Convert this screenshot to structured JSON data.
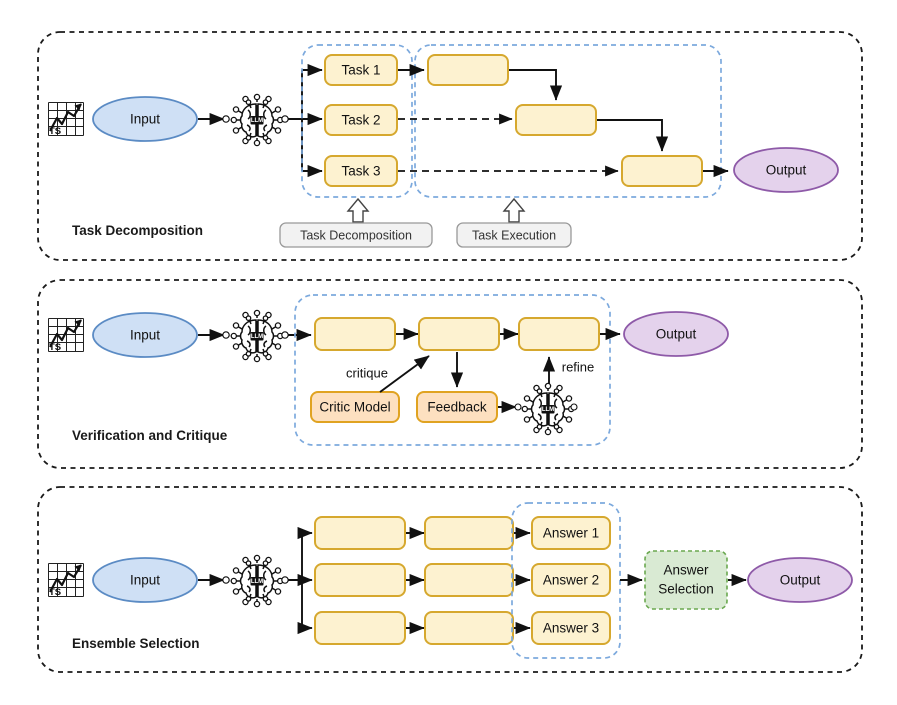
{
  "figure": {
    "background": "#ffffff",
    "panel_border_color": "#1a1a1a",
    "group_border_color": "#7ca9dd",
    "box_fill": "#fdf2d0",
    "box_stroke": "#d6a82e",
    "box_orange_fill": "#fde0c0",
    "box_orange_stroke": "#e0a321",
    "input_fill": "#cfe0f5",
    "input_stroke": "#5b8bc4",
    "output_fill": "#e4d2ec",
    "output_stroke": "#8e5aa8",
    "selection_fill": "#d9ead3",
    "selection_stroke": "#6aa84f"
  },
  "icons": {
    "timeseries_label": "TS",
    "timeseries_name": "timeseries-chart-icon",
    "llm_label": "LLM",
    "llm_name": "llm-brain-icon"
  },
  "panels": [
    {
      "id": "task-decomposition",
      "title": "Task Decomposition",
      "input_label": "Input",
      "output_label": "Output",
      "tasks": [
        "Task 1",
        "Task 2",
        "Task 3"
      ],
      "execution_steps": [
        "",
        "",
        ""
      ],
      "callouts": [
        "Task Decomposition",
        "Task Execution"
      ],
      "group_labels": [
        "decomposition-group",
        "execution-group"
      ]
    },
    {
      "id": "verification-and-critique",
      "title": "Verification and Critique",
      "input_label": "Input",
      "output_label": "Output",
      "steps": [
        "",
        "",
        ""
      ],
      "critic_label": "Critic Model",
      "feedback_label": "Feedback",
      "edge_labels": [
        "critique",
        "refine"
      ]
    },
    {
      "id": "ensemble-selection",
      "title": "Ensemble Selection",
      "input_label": "Input",
      "output_label": "Output",
      "chains": [
        {
          "step1": "",
          "step2": "",
          "answer": "Answer 1"
        },
        {
          "step1": "",
          "step2": "",
          "answer": "Answer 2"
        },
        {
          "step1": "",
          "step2": "",
          "answer": "Answer 3"
        }
      ],
      "selection_label_line1": "Answer",
      "selection_label_line2": "Selection"
    }
  ]
}
